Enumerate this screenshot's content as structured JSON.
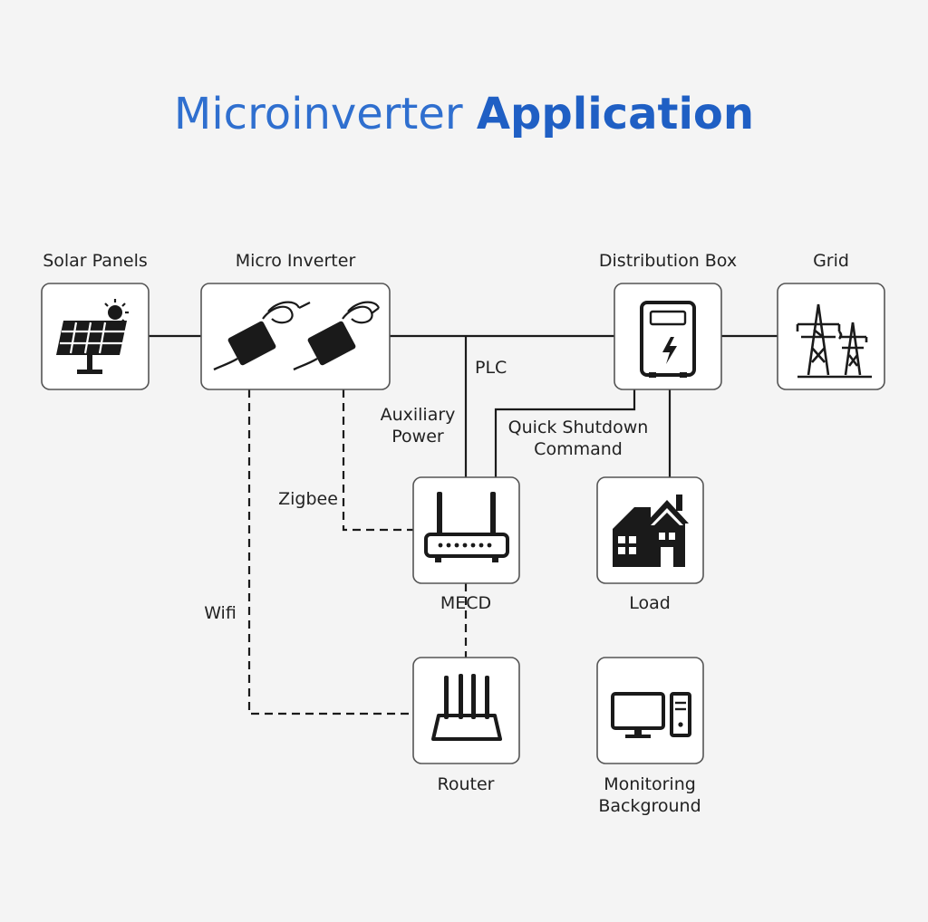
{
  "title": {
    "light": "Microinverter",
    "bold": "Application",
    "color_light": "#2f6fcf",
    "color_bold": "#1f5fc4"
  },
  "nodes": {
    "solar_panels": {
      "label": "Solar Panels",
      "icon": "solar-panel-icon"
    },
    "micro_inverter": {
      "label": "Micro Inverter",
      "icon": "micro-inverter-icon"
    },
    "distribution_box": {
      "label": "Distribution Box",
      "icon": "distribution-box-icon"
    },
    "grid": {
      "label": "Grid",
      "icon": "power-tower-icon"
    },
    "mecd": {
      "label": "MECD",
      "icon": "modem-icon"
    },
    "load": {
      "label": "Load",
      "icon": "house-icon"
    },
    "router": {
      "label": "Router",
      "icon": "router-icon"
    },
    "monitoring": {
      "label_line1": "Monitoring",
      "label_line2": "Background",
      "icon": "computer-icon"
    }
  },
  "edges": {
    "plc": "PLC",
    "auxiliary_line1": "Auxiliary",
    "auxiliary_line2": "Power",
    "quick_shutdown_line1": "Quick Shutdown",
    "quick_shutdown_line2": "Command",
    "zigbee": "Zigbee",
    "wifi": "Wifi"
  }
}
